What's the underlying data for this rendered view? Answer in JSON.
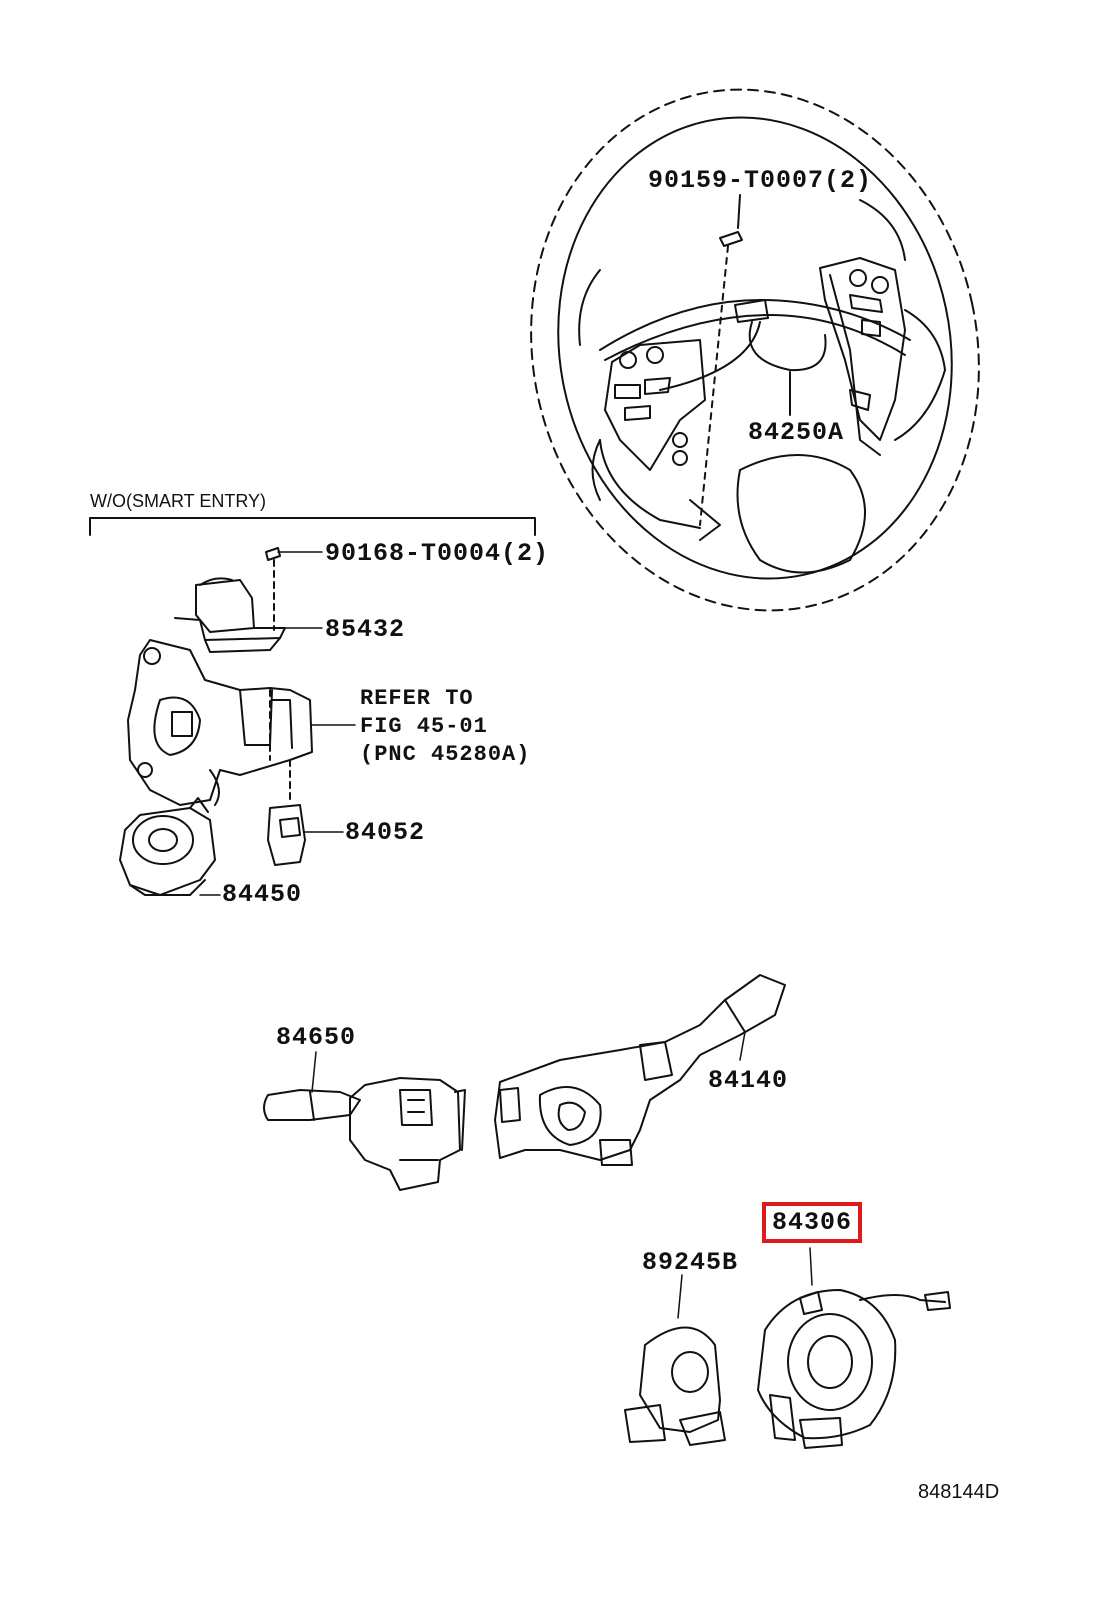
{
  "section_header": "W/O(SMART ENTRY)",
  "refer_note": {
    "line1": "REFER TO",
    "line2": "FIG 45-01",
    "line3": "(PNC 45280A)"
  },
  "parts": {
    "screw_steering": "90159-T0007(2)",
    "switch_steering": "84250A",
    "screw_lock": "90168-T0004(2)",
    "lock_unit": "85432",
    "key_unlock_switch": "84052",
    "ignition_switch": "84450",
    "wiper_switch": "84650",
    "headlamp_switch": "84140",
    "sensor": "89245B",
    "spiral_cable": "84306"
  },
  "highlight": {
    "part": "84306",
    "color": "#e01a1a"
  },
  "drawing_code": "848144D"
}
